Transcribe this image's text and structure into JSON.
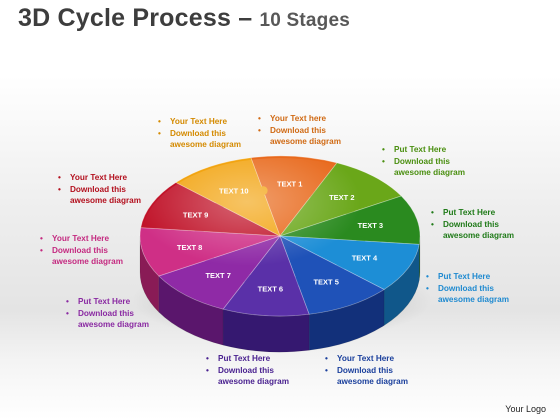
{
  "title": {
    "main": "3D Cycle Process – ",
    "sub": "10 Stages"
  },
  "segments": [
    {
      "label": "TEXT 1",
      "color": "#e8691c",
      "dark": "#a9430e"
    },
    {
      "label": "TEXT 2",
      "color": "#6aa719",
      "dark": "#3f6d0a"
    },
    {
      "label": "TEXT 3",
      "color": "#2a8a1f",
      "dark": "#175811"
    },
    {
      "label": "TEXT 4",
      "color": "#1d8ed6",
      "dark": "#10578a"
    },
    {
      "label": "TEXT 5",
      "color": "#1f52b8",
      "dark": "#12307a"
    },
    {
      "label": "TEXT 6",
      "color": "#5a30a8",
      "dark": "#351870"
    },
    {
      "label": "TEXT 7",
      "color": "#8f2aa6",
      "dark": "#5a166c"
    },
    {
      "label": "TEXT 8",
      "color": "#cf2f86",
      "dark": "#891b56"
    },
    {
      "label": "TEXT 9",
      "color": "#c01228",
      "dark": "#7a0a18"
    },
    {
      "label": "TEXT 10",
      "color": "#f2a411",
      "dark": "#a36b06"
    }
  ],
  "notes": [
    {
      "color": "#d48a00",
      "lines": [
        "Your Text Here",
        "Download this",
        "awesome diagram"
      ]
    },
    {
      "color": "#d06a14",
      "lines": [
        "Your Text  here",
        "Download this",
        "awesome diagram"
      ]
    },
    {
      "color": "#4a8f10",
      "lines": [
        "Put Text Here",
        "Download this",
        "awesome diagram"
      ]
    },
    {
      "color": "#1f7a18",
      "lines": [
        "Put Text Here",
        "Download this",
        "awesome diagram"
      ]
    },
    {
      "color": "#1f8ad0",
      "lines": [
        "Put Text Here",
        "Download this",
        "awesome diagram"
      ]
    },
    {
      "color": "#1a3f9c",
      "lines": [
        "Your Text Here",
        "Download this",
        "awesome diagram"
      ]
    },
    {
      "color": "#4a2290",
      "lines": [
        "Put Text Here",
        "Download this",
        "awesome diagram"
      ]
    },
    {
      "color": "#8a2aa2",
      "lines": [
        "Put Text Here",
        "Download this",
        "awesome diagram"
      ]
    },
    {
      "color": "#c42a80",
      "lines": [
        "Your Text  Here",
        "Download this",
        "awesome diagram"
      ]
    },
    {
      "color": "#b3101e",
      "lines": [
        "Your Text  Here",
        "Download this",
        "awesome diagram"
      ]
    }
  ],
  "logo": "Your Logo"
}
